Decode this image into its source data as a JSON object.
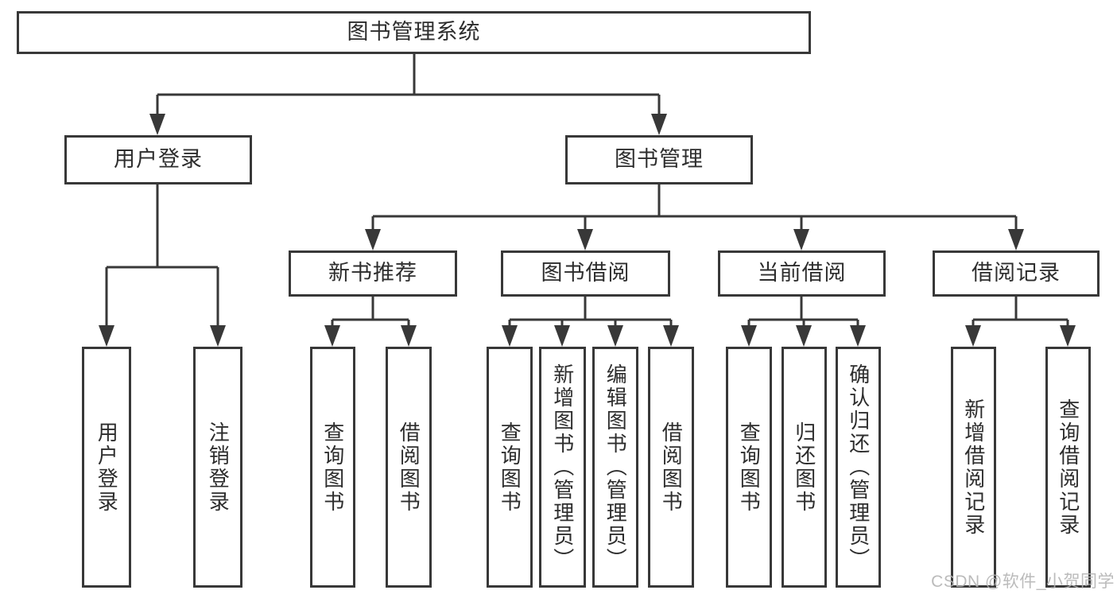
{
  "tree": {
    "root": {
      "label": "图书管理系统"
    },
    "branches": [
      {
        "label": "用户登录",
        "leaves": [
          "用户登录",
          "注销登录"
        ]
      },
      {
        "label": "图书管理",
        "children": [
          {
            "label": "新书推荐",
            "leaves": [
              "查询图书",
              "借阅图书"
            ]
          },
          {
            "label": "图书借阅",
            "leaves": [
              "查询图书",
              "新增图书（管理员）",
              "编辑图书（管理员）",
              "借阅图书"
            ]
          },
          {
            "label": "当前借阅",
            "leaves": [
              "查询图书",
              "归还图书",
              "确认归还（管理员）"
            ]
          },
          {
            "label": "借阅记录",
            "leaves": [
              "新增借阅记录",
              "查询借阅记录"
            ]
          }
        ]
      }
    ]
  },
  "watermark": "CSDN @软件_小贺同学",
  "colors": {
    "line": "#383838",
    "text": "#2d2d2d",
    "watermark": "#b2b2b2",
    "background": "#ffffff"
  }
}
